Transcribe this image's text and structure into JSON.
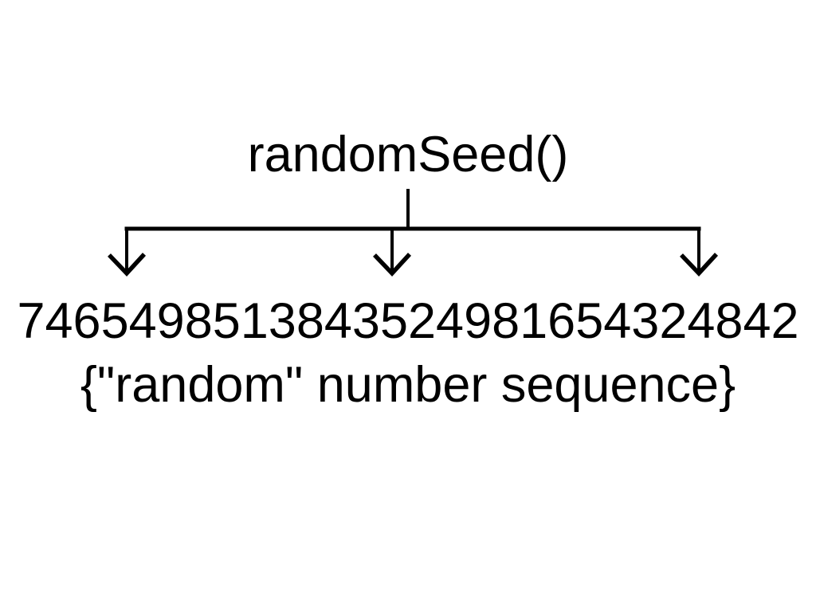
{
  "colors": {
    "background": "#ffffff",
    "ink": "#000000"
  },
  "diagram": {
    "root_label": "randomSeed()",
    "branch_arrows": [
      {
        "icon": "down-arrow-icon",
        "position": "left"
      },
      {
        "icon": "down-arrow-icon",
        "position": "center"
      },
      {
        "icon": "down-arrow-icon",
        "position": "right"
      }
    ],
    "sequence_value": "7465498513843524981654324842",
    "sequence_caption": "{\"random\" number sequence}"
  }
}
